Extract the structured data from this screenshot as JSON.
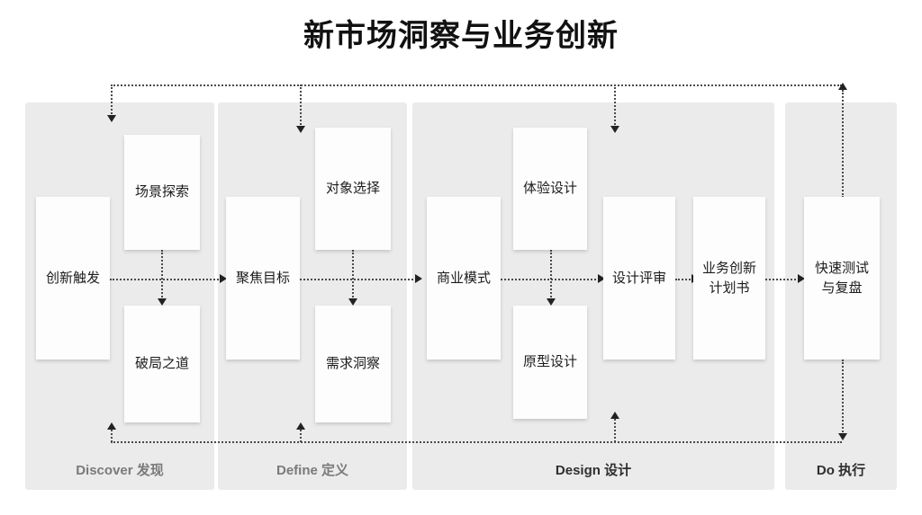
{
  "title": "新市场洞察与业务创新",
  "phases": [
    {
      "id": "discover",
      "label": "Discover 发现",
      "label_style": "muted",
      "main": {
        "text": "创新触发"
      },
      "sub_top": {
        "text": "场景探索"
      },
      "sub_bottom": {
        "text": "破局之道"
      }
    },
    {
      "id": "define",
      "label": "Define 定义",
      "label_style": "muted",
      "main": {
        "text": "聚焦目标"
      },
      "sub_top": {
        "text": "对象选择"
      },
      "sub_bottom": {
        "text": "需求洞察"
      }
    },
    {
      "id": "design",
      "label": "Design 设计",
      "label_style": "dark",
      "main": {
        "text": "商业模式"
      },
      "sub_top": {
        "text": "体验设计"
      },
      "sub_bottom": {
        "text": "原型设计"
      },
      "extra": [
        {
          "text": "设计评审"
        },
        {
          "text": "业务创新\n计划书"
        }
      ]
    },
    {
      "id": "do",
      "label": "Do 执行",
      "label_style": "dark",
      "main": {
        "text": "快速测试\n与复盘"
      }
    }
  ],
  "colors": {
    "panel_bg": "#ebebeb",
    "card_bg": "#fdfdfd",
    "connector": "#4a4a4a",
    "label_muted": "#7a7a7a",
    "label_dark": "#2f2f2f",
    "title": "#111111"
  }
}
